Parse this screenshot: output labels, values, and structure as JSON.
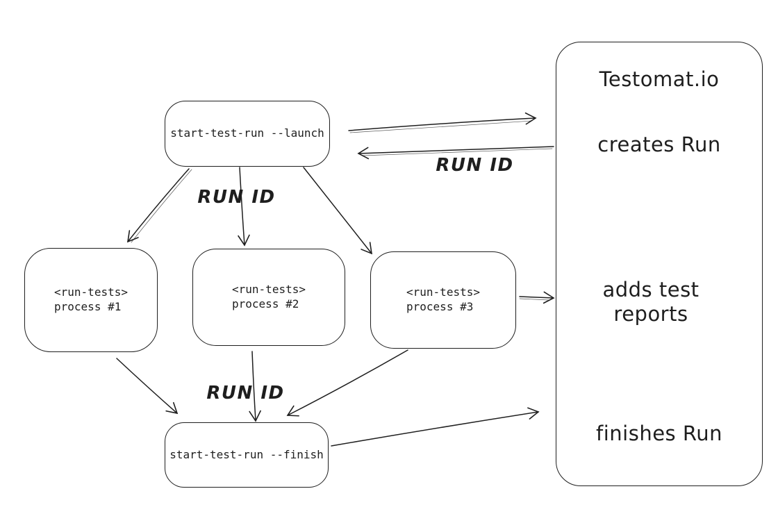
{
  "diagram": {
    "colors": {
      "stroke": "#1e1e1e",
      "background": "#ffffff"
    },
    "nodes": {
      "launch": {
        "label": "start-test-run --launch"
      },
      "process1": {
        "label": "<run-tests>\nprocess #1"
      },
      "process2": {
        "label": "<run-tests>\nprocess #2"
      },
      "process3": {
        "label": "<run-tests>\nprocess #3"
      },
      "finish": {
        "label": "start-test-run --finish"
      },
      "testomat": {
        "title": "Testomat.io",
        "step_creates": "creates Run",
        "step_adds": "adds test reports",
        "step_finishes": "finishes Run"
      }
    },
    "edge_labels": {
      "run_id_fanout": "RUN ID",
      "run_id_return": "RUN ID",
      "run_id_fanin": "RUN ID"
    }
  }
}
